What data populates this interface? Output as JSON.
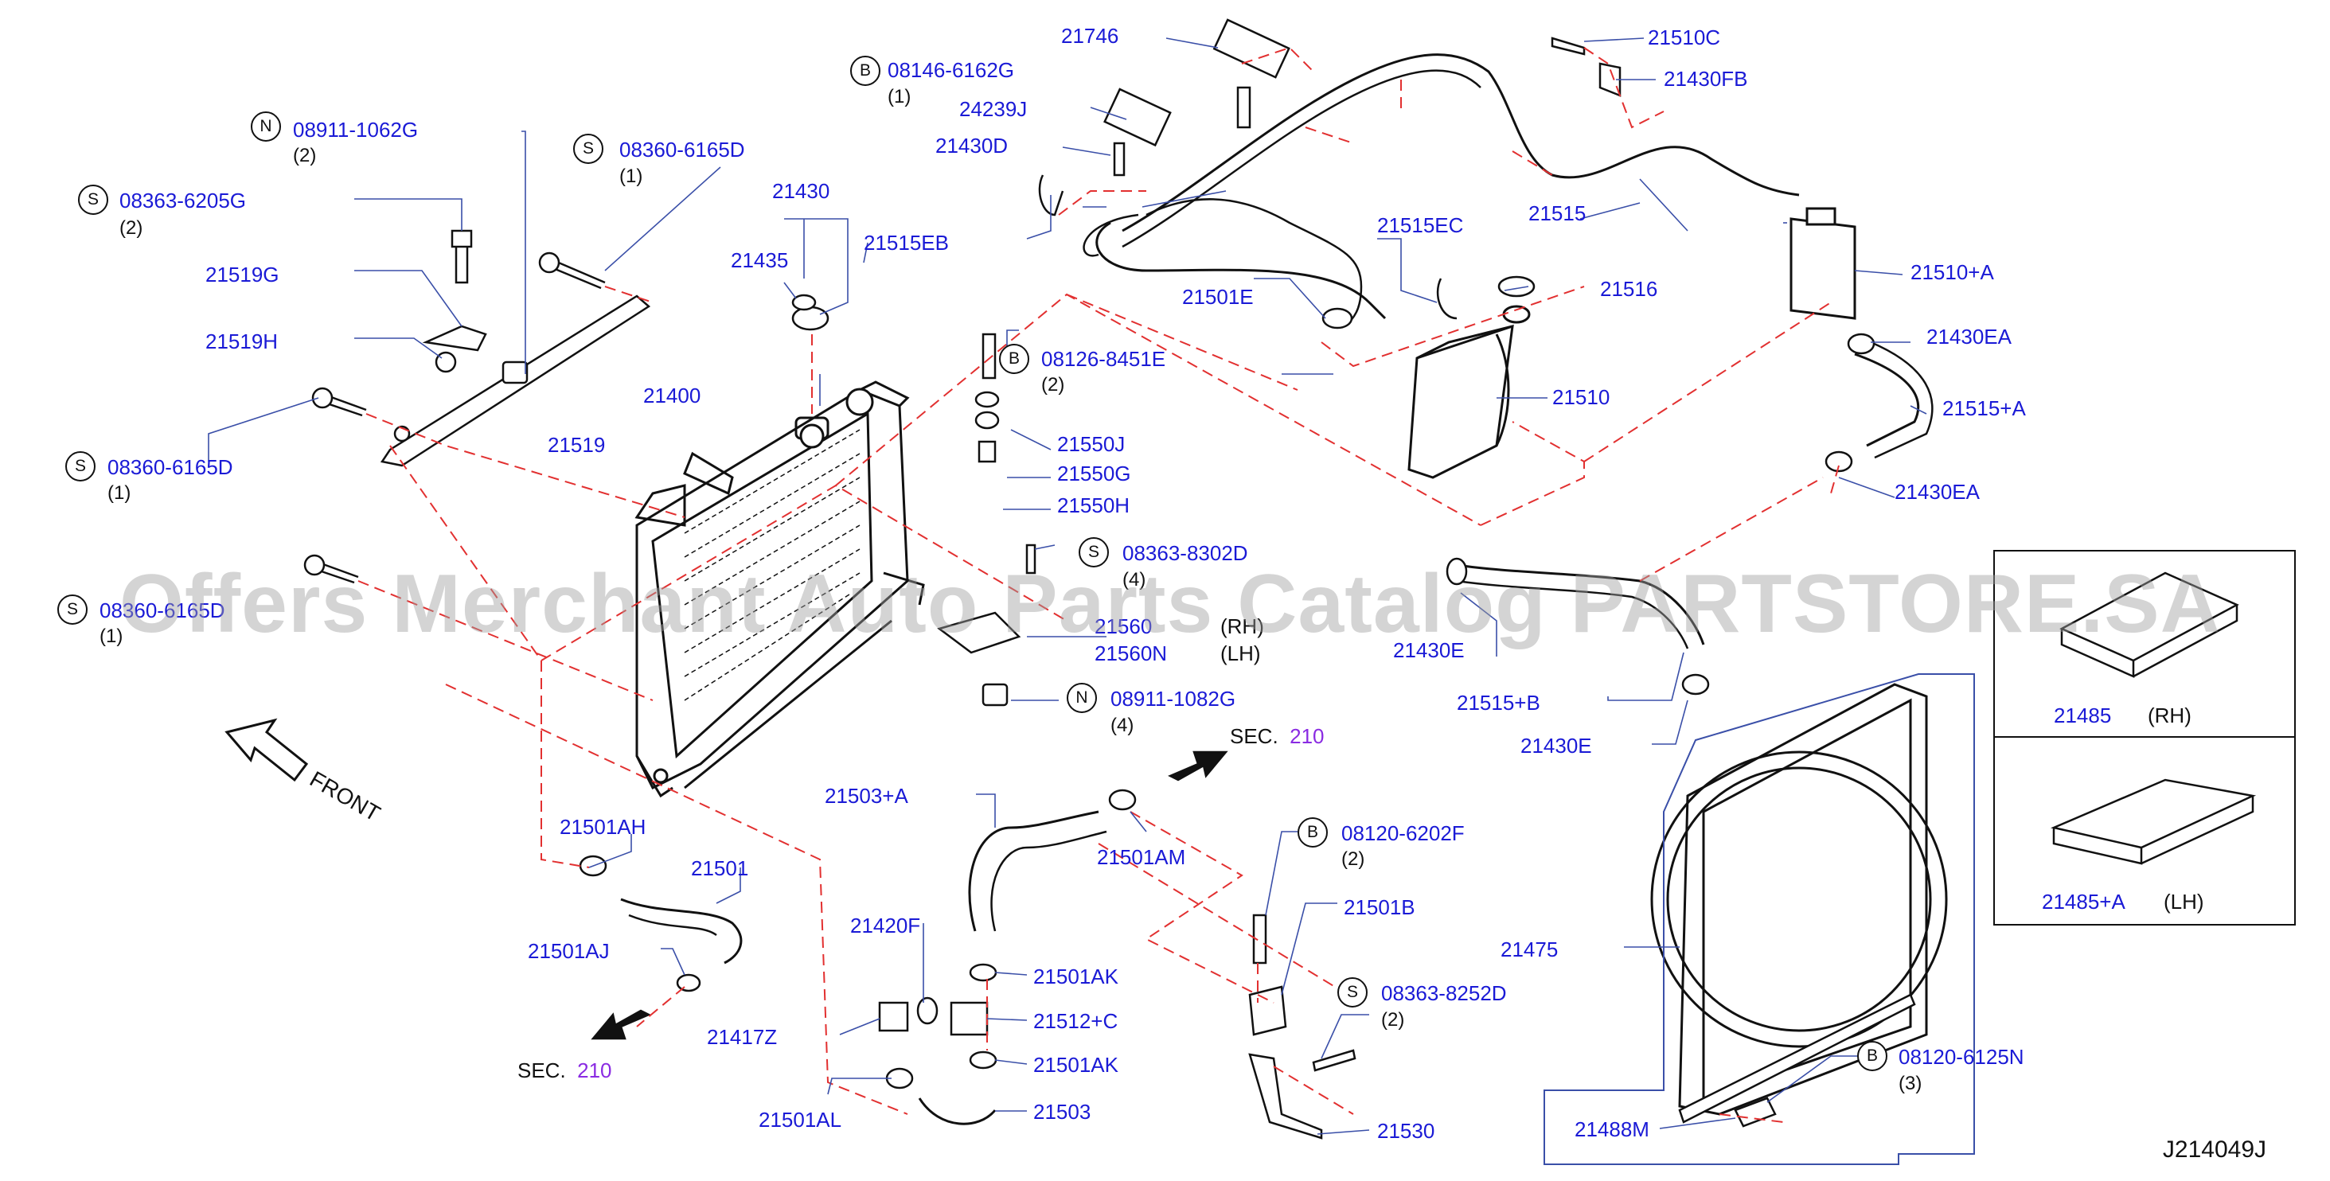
{
  "parts": [
    {
      "id": "p_21746",
      "label": "21746"
    },
    {
      "id": "p_08146",
      "label": "08146-6162G",
      "prefix": "B",
      "qty": "(1)"
    },
    {
      "id": "p_24239J",
      "label": "24239J"
    },
    {
      "id": "p_21430D",
      "label": "21430D"
    },
    {
      "id": "p_21510C",
      "label": "21510C"
    },
    {
      "id": "p_21430FB",
      "label": "21430FB"
    },
    {
      "id": "p_08911_1062",
      "label": "08911-1062G",
      "prefix": "N",
      "qty": "(2)"
    },
    {
      "id": "p_08360_a",
      "label": "08360-6165D",
      "prefix": "S",
      "qty": "(1)"
    },
    {
      "id": "p_08363_6205",
      "label": "08363-6205G",
      "prefix": "S",
      "qty": "(2)"
    },
    {
      "id": "p_21430",
      "label": "21430"
    },
    {
      "id": "p_21435",
      "label": "21435"
    },
    {
      "id": "p_21515EB",
      "label": "21515EB"
    },
    {
      "id": "p_21515",
      "label": "21515"
    },
    {
      "id": "p_21510A",
      "label": "21510+A"
    },
    {
      "id": "p_21515EC",
      "label": "21515EC"
    },
    {
      "id": "p_21516",
      "label": "21516"
    },
    {
      "id": "p_21501E",
      "label": "21501E"
    },
    {
      "id": "p_21519G",
      "label": "21519G"
    },
    {
      "id": "p_21519H",
      "label": "21519H"
    },
    {
      "id": "p_08126",
      "label": "08126-8451E",
      "prefix": "B",
      "qty": "(2)"
    },
    {
      "id": "p_21430EA_1",
      "label": "21430EA"
    },
    {
      "id": "p_21400",
      "label": "21400"
    },
    {
      "id": "p_21510",
      "label": "21510"
    },
    {
      "id": "p_21515A",
      "label": "21515+A"
    },
    {
      "id": "p_21519",
      "label": "21519"
    },
    {
      "id": "p_21550J",
      "label": "21550J"
    },
    {
      "id": "p_21550G",
      "label": "21550G"
    },
    {
      "id": "p_08360_b",
      "label": "08360-6165D",
      "prefix": "S",
      "qty": "(1)"
    },
    {
      "id": "p_21430EA_2",
      "label": "21430EA"
    },
    {
      "id": "p_21550H",
      "label": "21550H"
    },
    {
      "id": "p_08363_8302",
      "label": "08363-8302D",
      "prefix": "S",
      "qty": "(4)"
    },
    {
      "id": "p_08360_c",
      "label": "08360-6165D",
      "prefix": "S",
      "qty": "(1)"
    },
    {
      "id": "p_21560",
      "label": "21560",
      "side": "(RH)"
    },
    {
      "id": "p_21560N",
      "label": "21560N",
      "side": "(LH)"
    },
    {
      "id": "p_21430E_1",
      "label": "21430E"
    },
    {
      "id": "p_08911_1082",
      "label": "08911-1082G",
      "prefix": "N",
      "qty": "(4)"
    },
    {
      "id": "p_21515B",
      "label": "21515+B"
    },
    {
      "id": "p_21430E_2",
      "label": "21430E"
    },
    {
      "id": "p_21503A",
      "label": "21503+A"
    },
    {
      "id": "p_21501AH",
      "label": "21501AH"
    },
    {
      "id": "p_21501",
      "label": "21501"
    },
    {
      "id": "p_21501AM",
      "label": "21501AM"
    },
    {
      "id": "p_08120_6202",
      "label": "08120-6202F",
      "prefix": "B",
      "qty": "(2)"
    },
    {
      "id": "p_21501B",
      "label": "21501B"
    },
    {
      "id": "p_21420F",
      "label": "21420F"
    },
    {
      "id": "p_21501AJ",
      "label": "21501AJ"
    },
    {
      "id": "p_21475",
      "label": "21475"
    },
    {
      "id": "p_21501AK_1",
      "label": "21501AK"
    },
    {
      "id": "p_08363_8252",
      "label": "08363-8252D",
      "prefix": "S",
      "qty": "(2)"
    },
    {
      "id": "p_21512C",
      "label": "21512+C"
    },
    {
      "id": "p_21417Z",
      "label": "21417Z"
    },
    {
      "id": "p_21501AK_2",
      "label": "21501AK"
    },
    {
      "id": "p_08120_6125",
      "label": "08120-6125N",
      "prefix": "B",
      "qty": "(3)"
    },
    {
      "id": "p_21503",
      "label": "21503"
    },
    {
      "id": "p_21501AL",
      "label": "21501AL"
    },
    {
      "id": "p_21530",
      "label": "21530"
    },
    {
      "id": "p_21488M",
      "label": "21488M"
    },
    {
      "id": "p_21485",
      "label": "21485",
      "side": "(RH)"
    },
    {
      "id": "p_21485A",
      "label": "21485+A",
      "side": "(LH)"
    }
  ],
  "sections": [
    {
      "text": "SEC.",
      "num": "210"
    },
    {
      "text": "SEC.",
      "num": "210"
    }
  ],
  "front_label": "FRONT",
  "watermark": "Offers Merchant Auto Parts Catalog PARTSTORE.SA",
  "figure_code": "J214049J"
}
